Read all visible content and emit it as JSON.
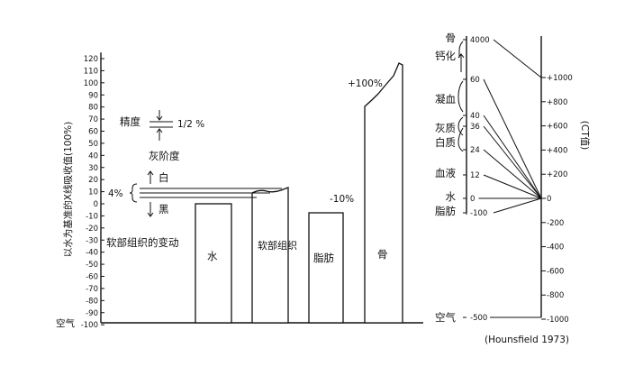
{
  "chart_data": {
    "type": "bar",
    "ylabel": "以水为基准的X线吸收值(100%)",
    "left_axis": {
      "ticks": [
        120,
        110,
        100,
        90,
        80,
        70,
        60,
        50,
        40,
        30,
        20,
        10,
        0,
        -10,
        -20,
        -30,
        -40,
        -50,
        -60,
        -70,
        -80,
        -90,
        -100
      ],
      "air_label": "空气"
    },
    "bars": [
      {
        "label": "水",
        "value": 0
      },
      {
        "label": "软部组织",
        "value": 4
      },
      {
        "label": "脂肪",
        "value": -10,
        "annotation": "-10%"
      },
      {
        "label": "骨",
        "value": 100,
        "annotation": "+100%"
      }
    ],
    "annotations": {
      "precision": "精度",
      "precision_value": "1/2 %",
      "gray_scale": "灰阶度",
      "white": "白",
      "black": "黑",
      "soft_range": "4%",
      "soft_change": "软部组织的变动"
    },
    "ct_scale": {
      "title": "(CT值)",
      "ticks": [
        1000,
        800,
        600,
        400,
        200,
        0,
        -200,
        -400,
        -600,
        -800,
        -1000
      ],
      "tick_labels": [
        "+1000",
        "+800",
        "+600",
        "+400",
        "+200",
        "0",
        "-200",
        "-400",
        "-600",
        "-800",
        "-1000"
      ]
    },
    "hounsfield_scale": {
      "points": [
        {
          "label": "骨",
          "value": "4000"
        },
        {
          "label": "钙化",
          "value": ""
        },
        {
          "label": "凝血",
          "value": "60"
        },
        {
          "label": "灰质",
          "value": "40"
        },
        {
          "label": "白质",
          "value": "36"
        },
        {
          "label": "",
          "value": "24"
        },
        {
          "label": "血液",
          "value": "12"
        },
        {
          "label": "水",
          "value": "0"
        },
        {
          "label": "脂肪",
          "value": "-100"
        },
        {
          "label": "空气",
          "value": "-500"
        }
      ]
    },
    "source": "(Hounsfield 1973)"
  }
}
